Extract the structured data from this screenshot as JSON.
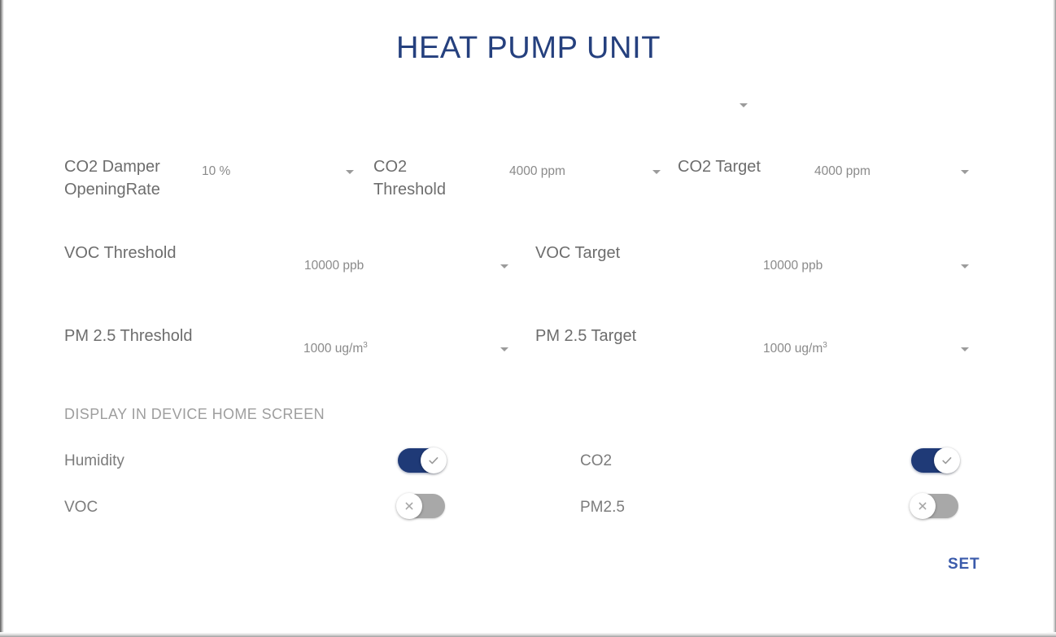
{
  "header": {
    "title": "HEAT PUMP UNIT",
    "title_color": "#25407e"
  },
  "top_partial_control": {
    "icon": "chevron-down-icon"
  },
  "settings": {
    "rows": [
      {
        "fields": [
          {
            "label": "CO2 Damper\nOpeningRate",
            "value": "10 %",
            "unit": "%",
            "icon": "chevron-down-icon"
          },
          {
            "label": "CO2\nThreshold",
            "value": "4000 ppm",
            "unit": "ppm",
            "icon": "chevron-down-icon"
          },
          {
            "label": "CO2 Target",
            "value": "4000 ppm",
            "unit": "ppm",
            "icon": "chevron-down-icon"
          }
        ]
      },
      {
        "fields": [
          {
            "label": "VOC Threshold",
            "value": "10000 ppb",
            "unit": "ppb",
            "icon": "chevron-down-icon"
          },
          {
            "label": "VOC Target",
            "value": "10000 ppb",
            "unit": "ppb",
            "icon": "chevron-down-icon"
          }
        ]
      },
      {
        "fields": [
          {
            "label": "PM 2.5 Threshold",
            "value_main": "1000 ug/m",
            "value_sup": "3",
            "icon": "chevron-down-icon"
          },
          {
            "label": "PM 2.5 Target",
            "value_main": "1000 ug/m",
            "value_sup": "3",
            "icon": "chevron-down-icon"
          }
        ]
      }
    ]
  },
  "display_section": {
    "header": "DISPLAY IN DEVICE HOME SCREEN",
    "toggles": [
      {
        "label": "Humidity",
        "state": "on",
        "icon": "check-icon"
      },
      {
        "label": "CO2",
        "state": "on",
        "icon": "check-icon"
      },
      {
        "label": "VOC",
        "state": "off",
        "icon": "cross-icon"
      },
      {
        "label": "PM2.5",
        "state": "off",
        "icon": "cross-icon"
      }
    ]
  },
  "footer": {
    "set_label": "SET",
    "set_color": "#3b5bab"
  }
}
